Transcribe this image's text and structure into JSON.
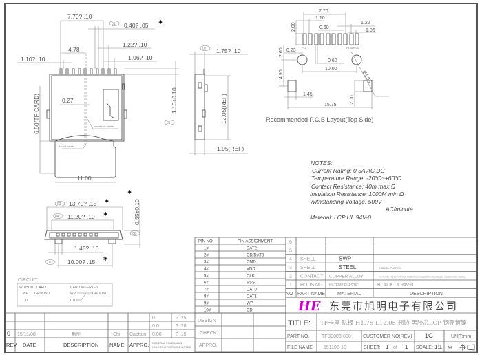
{
  "main_view": {
    "dim_width": "7.70? .10",
    "bubble_01": "01",
    "dim_pitch": "0.40? .05",
    "dim_1_22": "1.22? .10",
    "dim_1_06": "1.06? .10",
    "dim_1_10": "1.10? .10",
    "dim_4_78": "4.78",
    "dim_0_27": "0.27",
    "dim_card_len": "6.50(TF CARD)",
    "dim_11_00": "11.00",
    "dim_height": "1.10±0.10",
    "bubble_02": "02",
    "connector_center": "connector center",
    "tf_card_center": "tf card center"
  },
  "side_view": {
    "bubble_07": "07",
    "dim_1_75": "1.75? .10",
    "dim_12_05": "12.05(REF)",
    "dim_1_95": "1.95(REF)"
  },
  "bottom_view": {
    "bubble_03": "03",
    "dim_13_70": "13.70? .15",
    "bubble_04": "04",
    "dim_11_20": "11.20? .10",
    "dim_0_55": "0.55±0.10",
    "bubble_06": "06",
    "dim_1_45": "1.45? .10",
    "bubble_05": "05",
    "dim_10_00": "10.00? .15"
  },
  "critical_mark": "*",
  "pcb": {
    "d770": "7.70",
    "d110": "1.10",
    "d122": "1.22",
    "d106": "1.06",
    "d060a": "0.60",
    "d200a": "2.00",
    "d260": "2.60",
    "d023": "0.23",
    "p10": "P10",
    "p1": "P1 WP CD",
    "d060b": "0.60",
    "d1000": "10.00",
    "d490": "4.90",
    "dia": "Ø1.05",
    "d145": "1.45",
    "d1575": "15.75",
    "d200b": "2.00",
    "caption": "Recommended P.C.B Layout(Top Side)"
  },
  "notes": {
    "heading": "NOTES:",
    "lines": [
      "Current Rating: 0.5A AC,DC",
      "Temperature Range: -20°C~+60°C",
      "Contact Resistance: 40m  max  Ω",
      "Insulation Resistance: 1000M  min    Ω",
      "Withstanding Voltage: 500V",
      "AC/minute",
      "Material: LCP UL 94V-0"
    ]
  },
  "circuit": {
    "title": "CIRCUIT",
    "without": "WITHOUT CARD",
    "inserted": "CARD INSERTEN",
    "wp1": "WP",
    "gnd1": "GROUND",
    "cd1": "CD",
    "wp2": "WP",
    "gnd2": "GROUND",
    "cd2": "CD"
  },
  "pin_table": {
    "headers": [
      "PIN NO.",
      "PIN ASSIGNMENT"
    ],
    "rows": [
      [
        "1#",
        "DAT2"
      ],
      [
        "2#",
        "CD/DAT3"
      ],
      [
        "3#",
        "CMD"
      ],
      [
        "4#",
        "VDD"
      ],
      [
        "5#",
        "CLK"
      ],
      [
        "6#",
        "VSS"
      ],
      [
        "7#",
        "DAT0"
      ],
      [
        "8#",
        "DAT1"
      ],
      [
        "9#",
        "WP"
      ],
      [
        "10#",
        "CD"
      ]
    ]
  },
  "parts_table": {
    "headers": [
      "NO",
      "PART NAME",
      "MATERIAL",
      "DESCRIPTION"
    ],
    "rows": [
      [
        "6",
        "",
        "",
        ""
      ],
      [
        "5",
        "",
        "",
        ""
      ],
      [
        "4",
        "SHELL",
        "SWP",
        ""
      ],
      [
        "3",
        "SHELL",
        "STEEL",
        "NICKEL PLATED"
      ],
      [
        "2",
        "CONTACT",
        "COPPER ALLOY",
        "AU PLATED AT CONTACT AREA, TIN PLATED AT SOLDER PIN AREA, NICKEL UNDERPLATED OVERALL"
      ],
      [
        "1",
        "HOUSING",
        "HI-TEMP PLASTIC",
        "BLACK  UL94V-0"
      ]
    ]
  },
  "company": {
    "logo": "HE",
    "name": "东莞市旭明电子有限公司",
    "brand_color": "#cc00cc"
  },
  "title_block": {
    "title_label": "TITLE:",
    "title": "TF卡座 贴板 H1.75 L12.05 翘边 黑胶芯LCP 钢壳镀镍",
    "part_no_label": "PART NO.",
    "part_no": "TFB0003-000",
    "customer_label": "CUSTOMER NO(REV)",
    "customer": "1G",
    "unit": "UNIT:mm",
    "file_label": "FILE NAME",
    "file": "151108-10",
    "sheet_label": "SHEET:",
    "sheet": "1",
    "of": "of",
    "sheet_total": "1",
    "scale_label": "SCALE:",
    "scale": "1:1",
    "paper": "A4",
    "design": "DESIGN",
    "check": "CHECK",
    "appro": "APPRO."
  },
  "revision_table": {
    "headers": [
      "REV",
      "DATE",
      "DESCRIPTION",
      "NAME",
      "APPRO."
    ],
    "rows": [
      [
        "0",
        "15/11/08",
        "新制",
        "Chi",
        "Captain"
      ]
    ],
    "tolerance": [
      [
        "0",
        "? .25"
      ],
      [
        "0.0",
        "? .20"
      ],
      [
        "0.00",
        "? .15"
      ]
    ],
    "tolerance_note_1": "GENERAL TOLERANCE",
    "tolerance_note_2": "UNLESS OTHERWISE NOTED"
  }
}
